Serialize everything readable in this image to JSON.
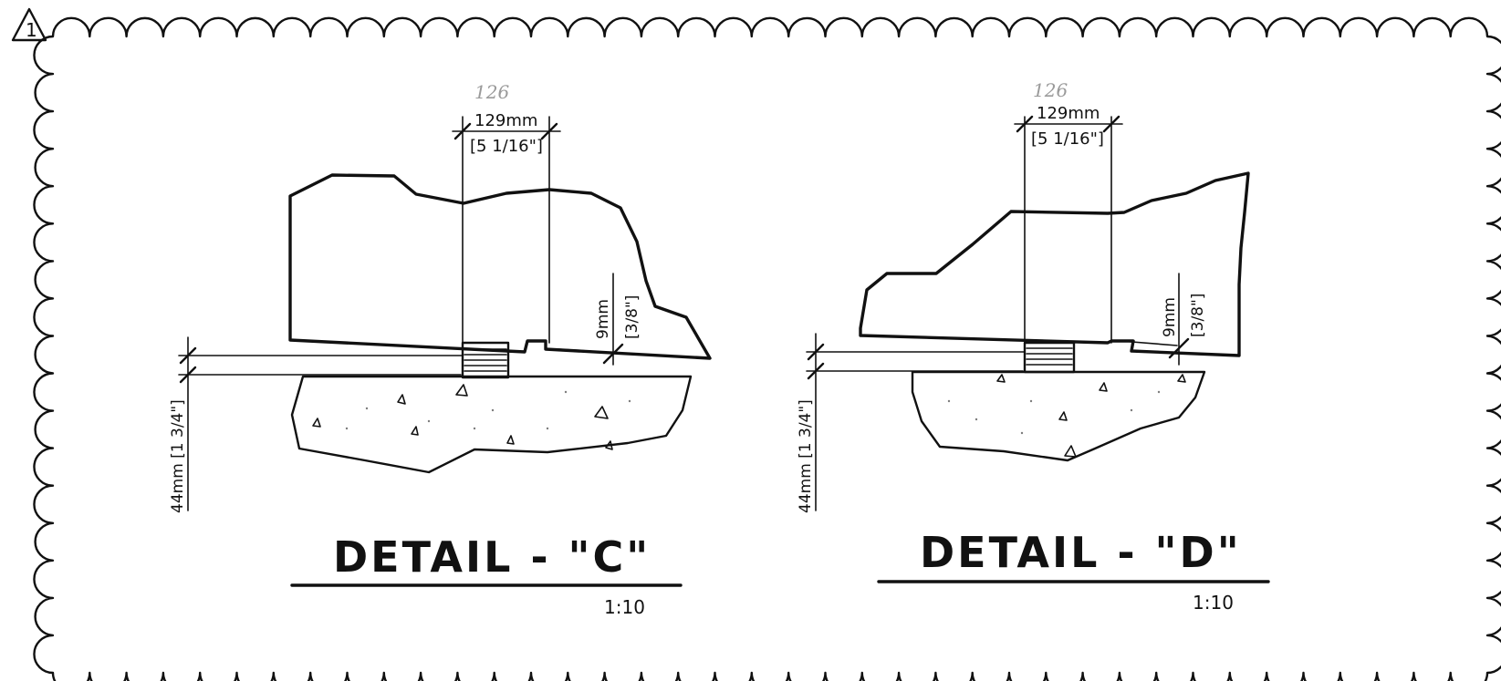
{
  "revision_mark": "1",
  "detail_c": {
    "title": "DETAIL - \"C\"",
    "scale": "1:10",
    "width_handwritten": "126",
    "width_mm": "129mm",
    "width_in": "[5 1/16\"]",
    "gap_mm": "9mm",
    "gap_in": "[3/8\"]",
    "height": "44mm [1 3/4\"]"
  },
  "detail_d": {
    "title": "DETAIL - \"D\"",
    "scale": "1:10",
    "width_handwritten": "126",
    "width_mm": "129mm",
    "width_in": "[5 1/16\"]",
    "gap_mm": "9mm",
    "gap_in": "[3/8\"]",
    "height": "44mm [1 3/4\"]"
  }
}
